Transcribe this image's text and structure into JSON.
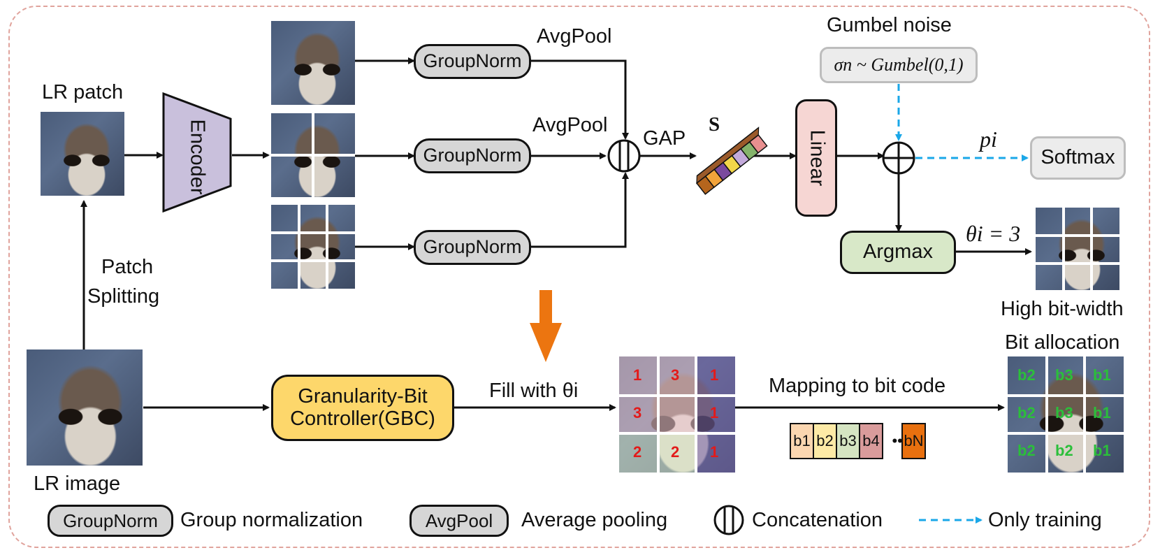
{
  "labels": {
    "lr_patch": "LR patch",
    "lr_image": "LR image",
    "patch_splitting_1": "Patch",
    "patch_splitting_2": "Splitting",
    "encoder": "Encoder",
    "groupnorm": "GroupNorm",
    "avgpool": "AvgPool",
    "gap": "GAP",
    "s": "S",
    "linear": "Linear",
    "gumbel_title": "Gumbel noise",
    "gumbel_formula": "σn ~ Gumbel(0,1)",
    "p_i": "pi",
    "softmax": "Softmax",
    "argmax": "Argmax",
    "theta_eq": "θi = 3",
    "high_bit": "High bit-width",
    "bit_allocation": "Bit allocation",
    "gbc_1": "Granularity-Bit",
    "gbc_2": "Controller(GBC)",
    "fill_with": "Fill with θi",
    "mapping": "Mapping to bit code"
  },
  "fill_grid": {
    "cells": [
      "1",
      "3",
      "3",
      "1",
      "1",
      "2",
      "2",
      "1"
    ]
  },
  "bit_codes": [
    "b1",
    "b2",
    "b3",
    "b4",
    "•••",
    "bN"
  ],
  "bit_code_colors": [
    "#fbd6b0",
    "#fdeaa6",
    "#d5e4c2",
    "#d99b9b",
    "#ffffff",
    "#e8700f"
  ],
  "allocation_grid": [
    "b2",
    "b3",
    "b1",
    "b2",
    "b3",
    "b1",
    "b2",
    "b2",
    "b1"
  ],
  "legend": {
    "groupnorm_box": "GroupNorm",
    "groupnorm_text": "Group normalization",
    "avgpool_box": "AvgPool",
    "avgpool_text": "Average pooling",
    "concat_text": "Concatenation",
    "training_text": "Only training"
  },
  "colors": {
    "encoder": "#c9c0dc",
    "linear": "#f6d6d3",
    "argmax": "#d8e8c8",
    "gbc": "#fdd76b",
    "softmax": "#ececec",
    "dashed_arrow": "#1aa7e8",
    "down_arrow": "#ec7510",
    "frame": "#e0a39c"
  }
}
